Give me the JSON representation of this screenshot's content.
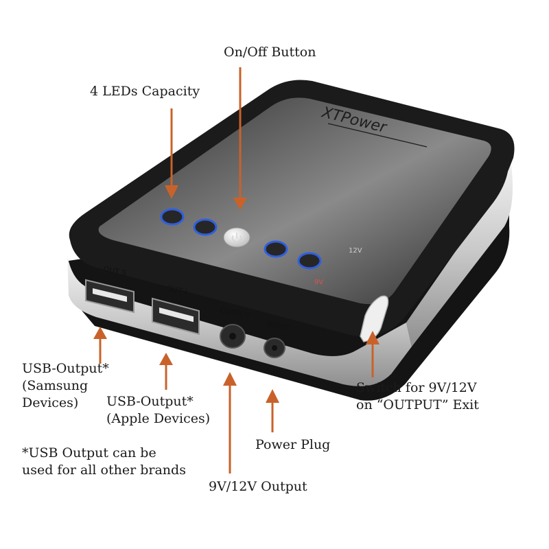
{
  "colors": {
    "arrow": "#c9622a",
    "shell": "#1b1b1b",
    "panel_light": "#8a8a8a",
    "panel_dark": "#2e2e2e",
    "trim_silver": "#d8d8d8",
    "led_ring": "#2f5fe0"
  },
  "device": {
    "brand": "XTPower",
    "top_port_labels": {
      "v12": "12V",
      "v9": "9V"
    },
    "port_labels": {
      "out_s": "OUT  S",
      "out_i": "OUT  I",
      "output": "OUTPUT",
      "input": "INPUT"
    }
  },
  "callouts": {
    "on_off": "On/Off Button",
    "leds": "4 LEDs Capacity",
    "usb_samsung": {
      "line1": "USB-Output*",
      "line2": "(Samsung",
      "line3": "Devices)"
    },
    "usb_apple": {
      "line1": "USB-Output*",
      "line2": "(Apple Devices)"
    },
    "note": {
      "line1": "*USB Output can be",
      "line2": "used for all other brands"
    },
    "power_plug": "Power Plug",
    "output_9v12v": "9V/12V Output",
    "switch": {
      "line1": "Switch for 9V/12V",
      "line2": "on “OUTPUT” Exit"
    }
  }
}
